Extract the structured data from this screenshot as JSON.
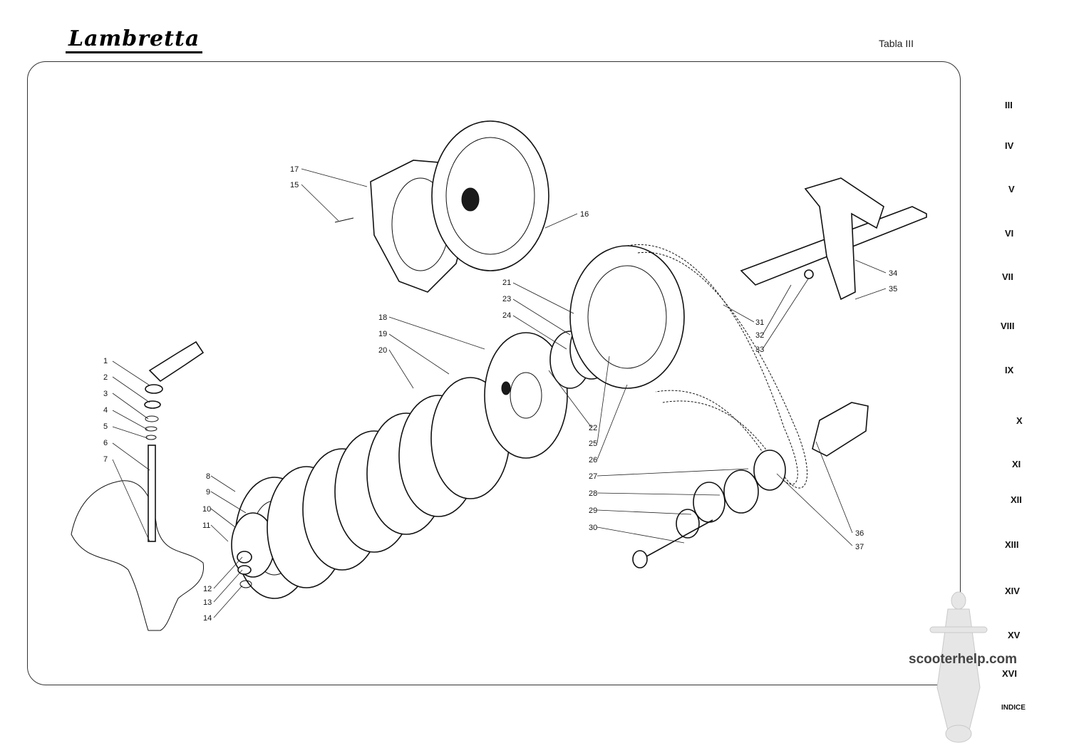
{
  "header": {
    "logo": "Lambretta",
    "table_title": "Tabla III"
  },
  "labels": [
    "1",
    "2",
    "3",
    "4",
    "5",
    "6",
    "7",
    "8",
    "9",
    "10",
    "11",
    "12",
    "13",
    "14",
    "15",
    "16",
    "17",
    "18",
    "19",
    "20",
    "21",
    "22",
    "23",
    "24",
    "25",
    "26",
    "27",
    "28",
    "29",
    "30",
    "31",
    "32",
    "33",
    "34",
    "35",
    "36",
    "37"
  ],
  "index_tabs": [
    "III",
    "IV",
    "V",
    "VI",
    "VII",
    "VIII",
    "IX",
    "X",
    "XI",
    "XII",
    "XIII",
    "XIV",
    "XV",
    "XVI",
    "INDICE"
  ],
  "watermark": "scooterhelp.com",
  "icons": {
    "logo": "lambretta-wordmark",
    "scooter": "scooter-silhouette-icon"
  }
}
